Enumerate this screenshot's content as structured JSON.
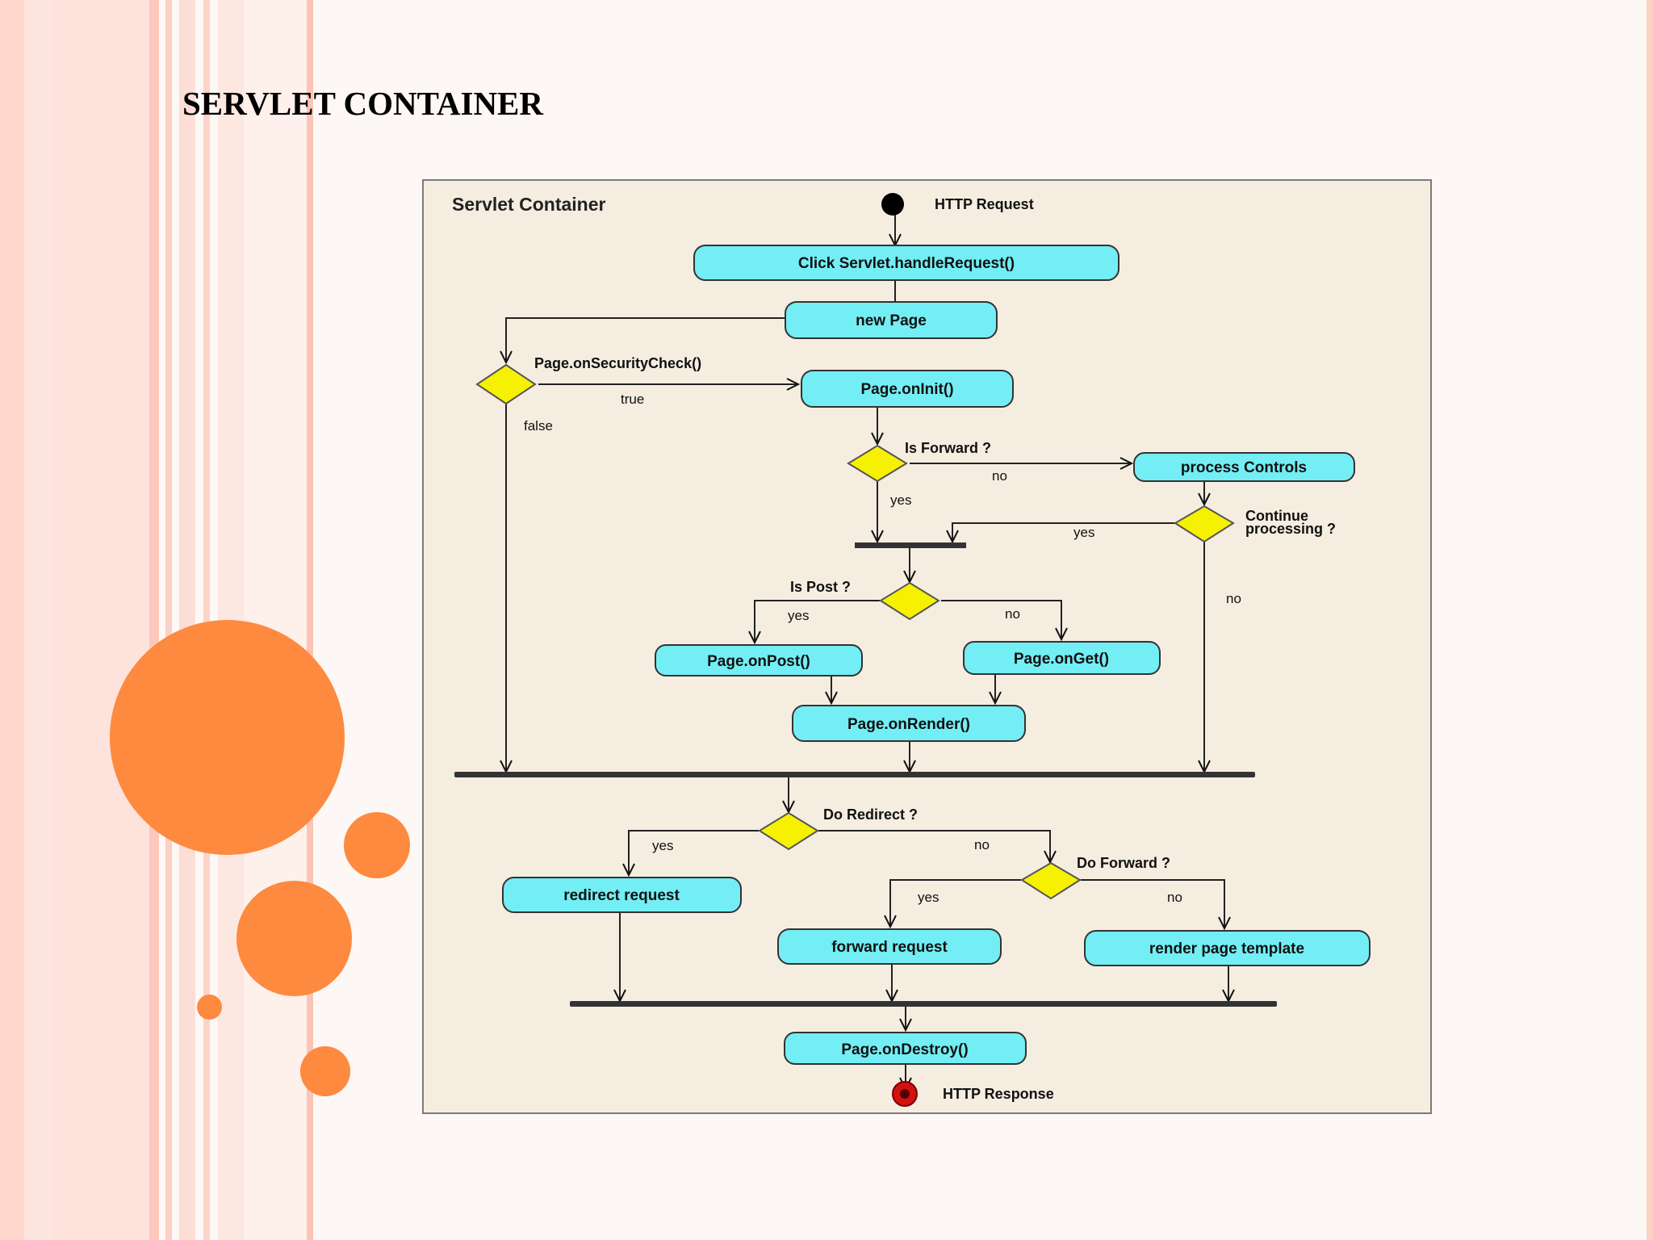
{
  "slide": {
    "title": "SERVLET CONTAINER"
  },
  "diagram": {
    "frame_title": "Servlet Container",
    "start_label": "HTTP Request",
    "end_label": "HTTP Response",
    "nodes": {
      "click_servlet": "Click Servlet.handleRequest()",
      "new_page": "new Page",
      "oninit": "Page.onInit()",
      "process_controls": "process Controls",
      "onpost": "Page.onPost()",
      "onget": "Page.onGet()",
      "onrender": "Page.onRender()",
      "redirect": "redirect request",
      "forward": "forward request",
      "render_template": "render page template",
      "ondestroy": "Page.onDestroy()"
    },
    "decisions": {
      "security": "Page.onSecurityCheck()",
      "is_forward": "Is Forward ?",
      "continue_1": "Continue",
      "continue_2": "processing ?",
      "is_post": "Is Post ?",
      "do_redirect": "Do Redirect ?",
      "do_forward": "Do Forward ?"
    },
    "edges": {
      "security_true": "true",
      "security_false": "false",
      "is_forward_no": "no",
      "is_forward_yes": "yes",
      "continue_yes": "yes",
      "continue_no": "no",
      "is_post_yes": "yes",
      "is_post_no": "no",
      "redirect_yes": "yes",
      "redirect_no": "no",
      "do_forward_yes": "yes",
      "do_forward_no": "no"
    },
    "colors": {
      "action": "#73eef4",
      "decision": "#f5f100",
      "end": "#d41111"
    }
  }
}
